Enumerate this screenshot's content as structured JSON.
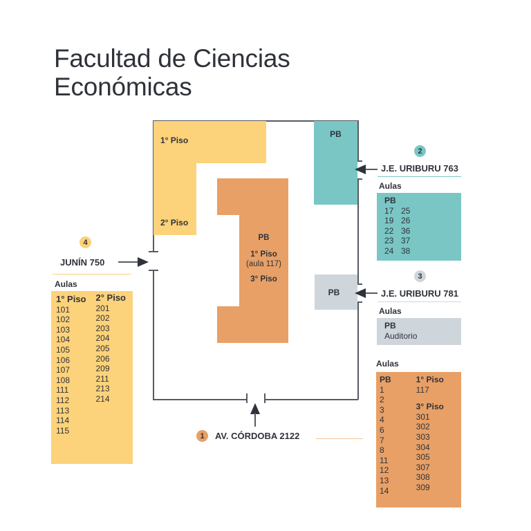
{
  "title": {
    "line1": "Facultad de Ciencias",
    "line2": "Económicas"
  },
  "colors": {
    "yellow": "#fcd27a",
    "orange": "#e8a066",
    "teal": "#7ac6c5",
    "grey": "#cfd6db",
    "outline": "#555a63",
    "text": "#2f323a"
  },
  "building": {
    "yellow_block": {
      "label_top": "1° Piso",
      "label_bottom": "2° Piso"
    },
    "orange_block": {
      "line1": "PB",
      "line2": "1° Piso",
      "line3": "(aula 117)",
      "line4": "3° Piso"
    },
    "teal_block": {
      "label": "PB"
    },
    "grey_block": {
      "label": "PB"
    }
  },
  "entrances": [
    {
      "number": "1",
      "street": "AV. CÓRDOBA 2122",
      "aulas_label": "Aulas",
      "columns": [
        {
          "header": "PB",
          "items": [
            "1",
            "2",
            "3",
            "4",
            "6",
            "7",
            "8",
            "11",
            "12",
            "13",
            "14"
          ]
        },
        {
          "header": "1° Piso",
          "items": [
            "117"
          ]
        },
        {
          "header": "3° Piso",
          "items": [
            "301",
            "302",
            "303",
            "304",
            "305",
            "307",
            "308",
            "309"
          ]
        }
      ]
    },
    {
      "number": "2",
      "street": "J.E. URIBURU 763",
      "aulas_label": "Aulas",
      "header": "PB",
      "rows": [
        [
          "17",
          "25"
        ],
        [
          "19",
          "26"
        ],
        [
          "22",
          "36"
        ],
        [
          "23",
          "37"
        ],
        [
          "24",
          "38"
        ]
      ]
    },
    {
      "number": "3",
      "street": "J.E. URIBURU 781",
      "aulas_label": "Aulas",
      "header": "PB",
      "items": [
        "Auditorio"
      ]
    },
    {
      "number": "4",
      "street": "JUNÍN 750",
      "aulas_label": "Aulas",
      "columns": [
        {
          "header": "1° Piso",
          "items": [
            "101",
            "102",
            "103",
            "104",
            "105",
            "106",
            "107",
            "108",
            "111",
            "112",
            "113",
            "114",
            "115"
          ]
        },
        {
          "header": "2° Piso",
          "items": [
            "201",
            "202",
            "203",
            "204",
            "205",
            "206",
            "209",
            "211",
            "213",
            "214"
          ]
        }
      ]
    }
  ]
}
